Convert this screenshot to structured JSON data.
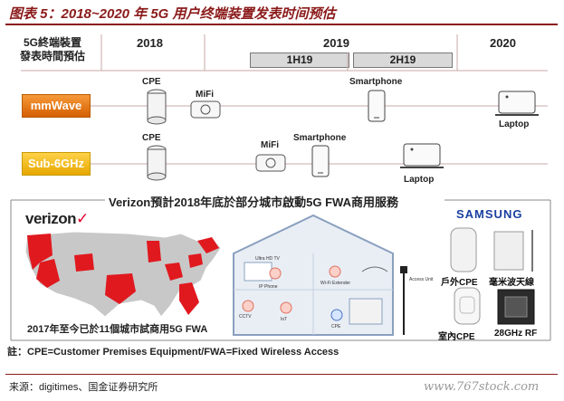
{
  "figure": {
    "title": "图表 5：2018~2020 年 5G 用户终端装置发表时间预估"
  },
  "timeline": {
    "header_line1": "5G終端裝置",
    "header_line2": "發表時間預估",
    "years": [
      "2018",
      "2019",
      "2020"
    ],
    "halves": [
      "1H19",
      "2H19"
    ],
    "rows": [
      {
        "label": "mmWave"
      },
      {
        "label": "Sub-6GHz"
      }
    ],
    "mmwave_devices": {
      "cpe": "CPE",
      "mifi": "MiFi",
      "smartphone": "Smartphone",
      "laptop": "Laptop"
    },
    "sub6_devices": {
      "cpe": "CPE",
      "mifi": "MiFi",
      "smartphone": "Smartphone",
      "laptop": "Laptop"
    }
  },
  "verizon": {
    "heading": "Verizon預計2018年底於部分城市啟動5G FWA商用服務",
    "logo": "verizon",
    "logo_mark": "✓",
    "map_caption": "2017年至今已於11個城市試商用5G FWA",
    "house_labels": {
      "tv": "Ultra HD TV",
      "ip_phone": "IP Phone",
      "wifi_ext": "Wi-Fi Extender",
      "cctv": "CCTV",
      "iot": "IoT",
      "cpe": "CPE",
      "access_unit": "Access Unit"
    }
  },
  "samsung": {
    "logo": "SAMSUNG",
    "items": [
      {
        "label": "戶外CPE"
      },
      {
        "label": "毫米波天線"
      },
      {
        "label": "室內CPE"
      },
      {
        "label": "28GHz RF"
      }
    ]
  },
  "note": "註：CPE=Customer Premises Equipment/FWA=Fixed Wireless Access",
  "source": "来源：digitimes、国金证券研究所",
  "watermark": "www.767stock.com",
  "colors": {
    "title": "#8b1a1a",
    "mmwave": "#e8740f",
    "sub6": "#f2b705",
    "map_red": "#e0191f",
    "samsung_blue": "#1a3fa0"
  }
}
